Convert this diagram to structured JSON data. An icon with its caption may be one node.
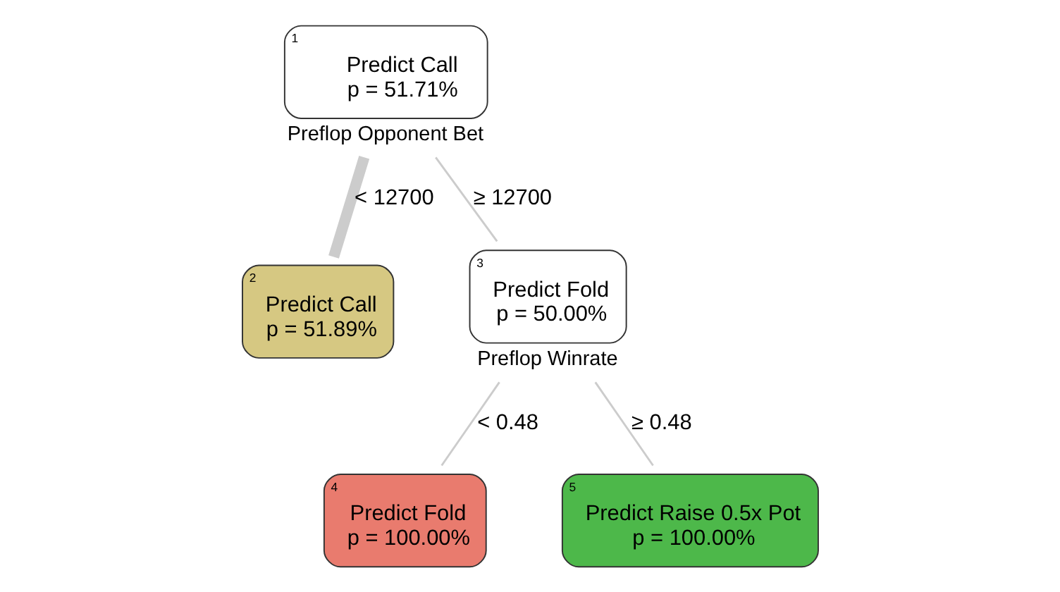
{
  "diagram": {
    "nodes": [
      {
        "text": [
          "1",
          "Predict Call",
          "p = 51.71%"
        ],
        "beside": [
          "Preflop Opponent Bet"
        ]
      },
      {
        "text": [
          "2",
          "Predict Call",
          "p = 51.89%"
        ]
      },
      {
        "text": [
          "3",
          "Predict Fold",
          "p = 50.00%"
        ],
        "beside": [
          "Preflop Winrate"
        ]
      },
      {
        "text": [
          "4",
          "Predict Fold",
          "p = 100.00%"
        ]
      },
      {
        "text": [
          "5",
          "Predict Raise 0.5x Pot",
          "p = 100.00%"
        ]
      }
    ],
    "edges": [
      {
        "from": 0,
        "to": 1,
        "arrow": "none",
        "label": "< 12700",
        "style": "thick"
      },
      {
        "from": 0,
        "to": 2,
        "arrow": "none",
        "label": "≥ 12700"
      },
      {
        "from": 2,
        "to": 3,
        "arrow": "none",
        "label": "< 0.48"
      },
      {
        "from": 2,
        "to": 4,
        "arrow": "none",
        "label": "≥ 0.48"
      }
    ]
  }
}
